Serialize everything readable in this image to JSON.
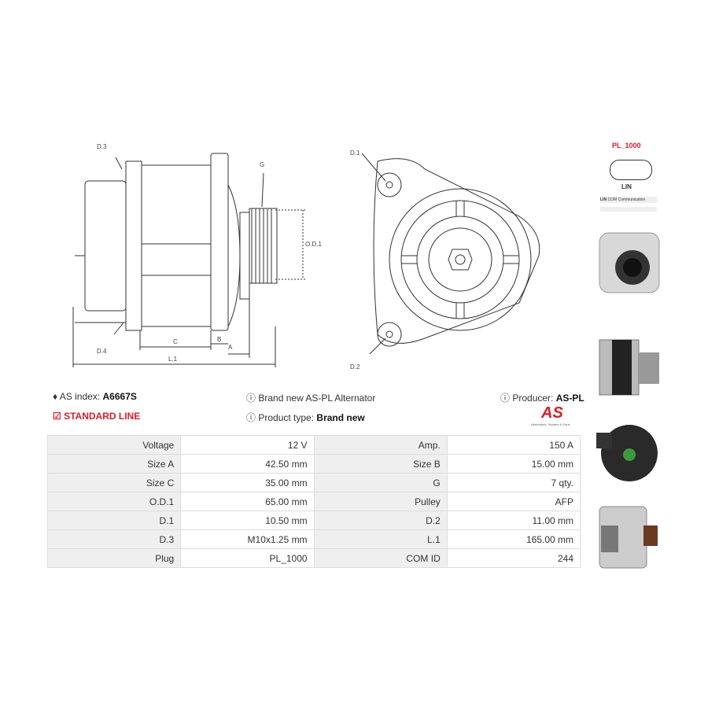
{
  "drawing": {
    "labels": {
      "d3": "D.3",
      "d4": "D.4",
      "g": "G",
      "od1": "O.D.1",
      "c": "C",
      "b": "B",
      "a": "A",
      "l1": "L.1",
      "d1": "D.1",
      "d2": "D.2"
    }
  },
  "plug": {
    "name": "PL_1000",
    "pin": "LIN",
    "legend_key": "LIN",
    "legend_value": "COM Communication"
  },
  "info": {
    "as_index_label": "AS index:",
    "as_index_value": "A6667S",
    "line": "STANDARD LINE",
    "description": "Brand new AS-PL Alternator",
    "product_type_label": "Product type:",
    "product_type_value": "Brand new",
    "producer_label": "Producer:",
    "producer_value": "AS-PL",
    "logo_text": "AS",
    "logo_tagline": "Alternators, Starters & Parts"
  },
  "specs": [
    [
      "Voltage",
      "12 V",
      "Amp.",
      "150 A"
    ],
    [
      "Size A",
      "42.50 mm",
      "Size B",
      "15.00 mm"
    ],
    [
      "Size C",
      "35.00 mm",
      "G",
      "7 qty."
    ],
    [
      "O.D.1",
      "65.00 mm",
      "Pulley",
      "AFP"
    ],
    [
      "D.1",
      "10.50 mm",
      "D.2",
      "11.00 mm"
    ],
    [
      "D.3",
      "M10x1.25 mm",
      "L.1",
      "165.00 mm"
    ],
    [
      "Plug",
      "PL_1000",
      "COM ID",
      "244"
    ]
  ],
  "colors": {
    "accent": "#d6202a",
    "table_label_bg": "#efefef"
  }
}
